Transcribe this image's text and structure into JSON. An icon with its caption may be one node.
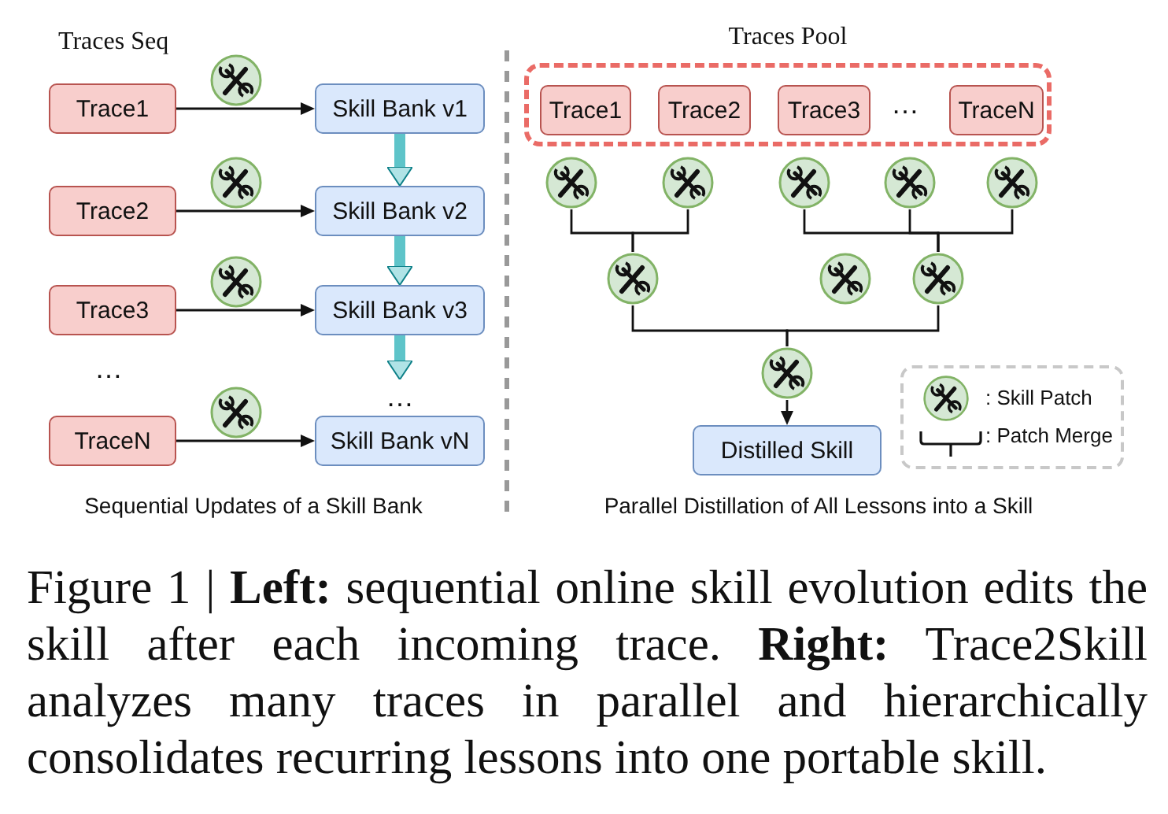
{
  "diagram": {
    "caption": "Figure 1 | **Left:** sequential online skill evolution edits the skill after each incoming trace. **Right:** Trace2Skill analyzes many traces in parallel and hierarchically consolidates recurring lessons into one portable skill.",
    "nodes": [
      {
        "text": [
          "Trace1"
        ]
      },
      {
        "text": [
          "Skill Bank v1"
        ]
      },
      {
        "text": [
          "Trace2"
        ]
      },
      {
        "text": [
          "Skill Bank v2"
        ]
      },
      {
        "text": [
          "Trace3"
        ]
      },
      {
        "text": [
          "Skill Bank v3"
        ]
      },
      {
        "text": [
          "TraceN"
        ]
      },
      {
        "text": [
          "Skill Bank vN"
        ]
      },
      {
        "text": [
          "Traces Pool"
        ]
      },
      {
        "text": [
          "Trace1"
        ],
        "in": 8
      },
      {
        "text": [
          "Trace2"
        ],
        "in": 8
      },
      {
        "text": [
          "Trace3"
        ],
        "in": 8
      },
      {
        "text": [
          "TraceN"
        ],
        "in": 8
      },
      {
        "text": [],
        "shape": "circle"
      },
      {
        "text": [],
        "shape": "circle"
      },
      {
        "text": [],
        "shape": "circle"
      },
      {
        "text": [],
        "shape": "circle"
      },
      {
        "text": [],
        "shape": "circle"
      },
      {
        "text": [],
        "shape": "circle"
      },
      {
        "text": [],
        "shape": "circle"
      },
      {
        "text": [],
        "shape": "circle"
      },
      {
        "text": [],
        "shape": "circle"
      },
      {
        "text": [
          "Distilled Skill"
        ]
      },
      {
        "text": [
          "…"
        ]
      }
    ],
    "edges": [
      {
        "from": 0,
        "to": 1,
        "arrow": "to"
      },
      {
        "from": 1,
        "to": 3,
        "arrow": "to",
        "style": "thick",
        "color": "#5ec4c9"
      },
      {
        "from": 2,
        "to": 3,
        "arrow": "to"
      },
      {
        "from": 3,
        "to": 5,
        "arrow": "to",
        "style": "thick",
        "color": "#5ec4c9"
      },
      {
        "from": 4,
        "to": 5,
        "arrow": "to"
      },
      {
        "from": 5,
        "to": 23,
        "arrow": "to",
        "style": "thick",
        "color": "#5ec4c9"
      },
      {
        "from": 6,
        "to": 7,
        "arrow": "to"
      },
      {
        "from": 13,
        "to": 18,
        "arrow": "none"
      },
      {
        "from": 14,
        "to": 18,
        "arrow": "none"
      },
      {
        "from": 15,
        "to": 20,
        "arrow": "none"
      },
      {
        "from": 16,
        "to": 20,
        "arrow": "none"
      },
      {
        "from": 17,
        "to": 20,
        "arrow": "none"
      },
      {
        "from": 18,
        "to": 21,
        "arrow": "none"
      },
      {
        "from": 20,
        "to": 21,
        "arrow": "none"
      },
      {
        "from": 21,
        "to": 22,
        "arrow": "to"
      }
    ],
    "labels": [
      "Traces Seq",
      "…",
      "…",
      "Sequential Updates of a Skill Bank",
      "Parallel Distillation of All Lessons into a Skill"
    ],
    "legend": [
      {
        "text": ": Skill Patch"
      },
      {
        "text": ": Patch Merge"
      }
    ]
  }
}
